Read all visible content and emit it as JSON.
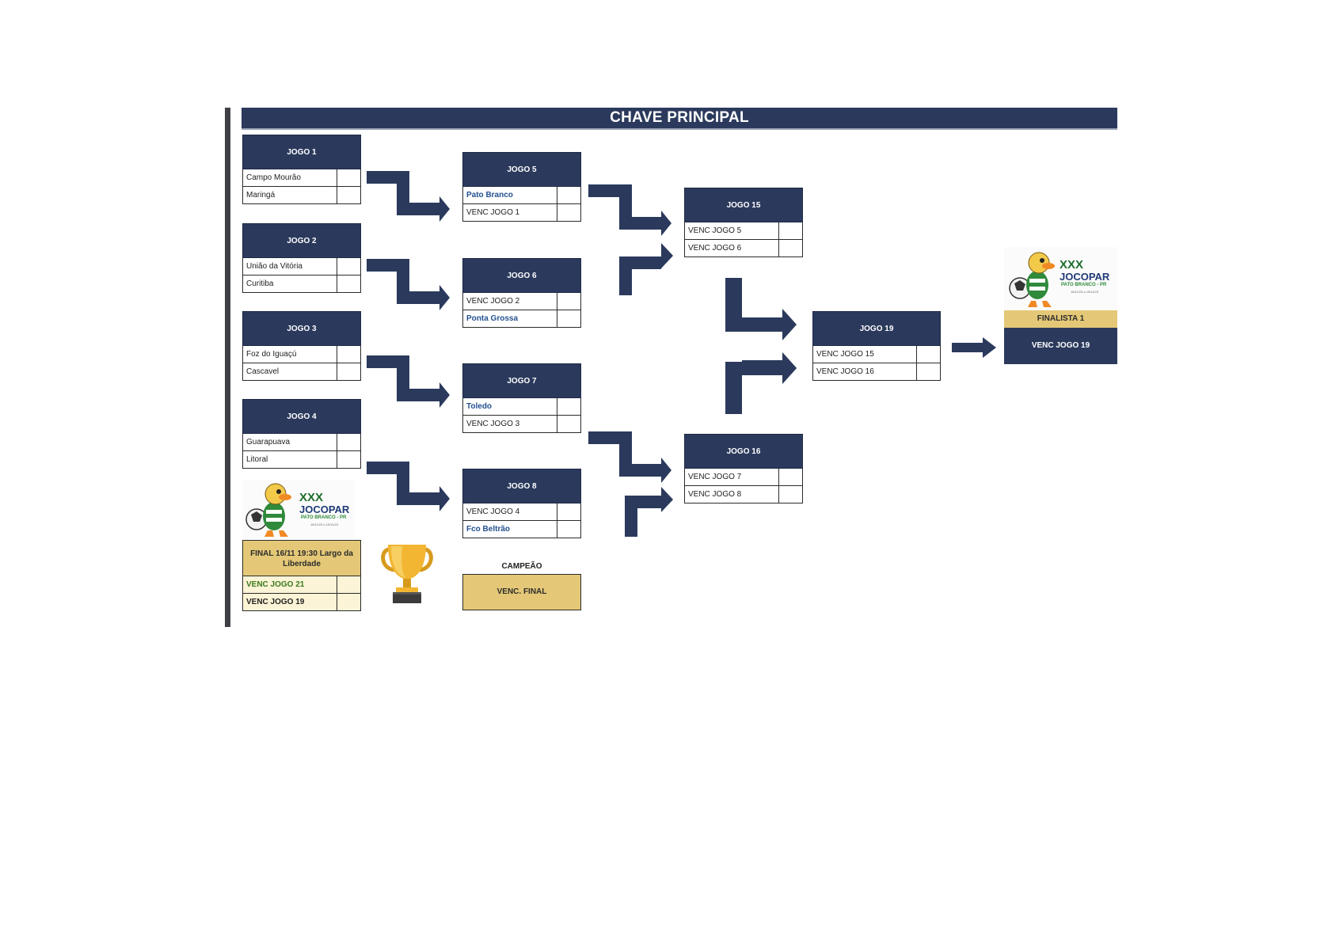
{
  "title": "CHAVE PRINCIPAL",
  "colors": {
    "navy": "#2b3a5c",
    "gold": "#e4c877",
    "blue_text": "#23508e",
    "green_text": "#3a7a1c"
  },
  "matches": {
    "j1": {
      "label": "JOGO 1",
      "teams": [
        "Campo Mourão",
        "Maringá"
      ]
    },
    "j2": {
      "label": "JOGO 2",
      "teams": [
        "União da Vitória",
        "Curitiba"
      ]
    },
    "j3": {
      "label": "JOGO 3",
      "teams": [
        "Foz do Iguaçú",
        "Cascavel"
      ]
    },
    "j4": {
      "label": "JOGO 4",
      "teams": [
        "Guarapuava",
        "Litoral"
      ]
    },
    "j5": {
      "label": "JOGO 5",
      "teams": [
        "Pato Branco",
        "VENC JOGO 1"
      ]
    },
    "j6": {
      "label": "JOGO 6",
      "teams": [
        "VENC JOGO 2",
        "Ponta Grossa"
      ]
    },
    "j7": {
      "label": "JOGO 7",
      "teams": [
        "Toledo",
        "VENC JOGO 3"
      ]
    },
    "j8": {
      "label": "JOGO 8",
      "teams": [
        "VENC JOGO 4",
        "Fco Beltrão"
      ]
    },
    "j15": {
      "label": "JOGO 15",
      "teams": [
        "VENC JOGO 5",
        "VENC JOGO 6"
      ]
    },
    "j16": {
      "label": "JOGO 16",
      "teams": [
        "VENC JOGO 7",
        "VENC JOGO 8"
      ]
    },
    "j19": {
      "label": "JOGO 19",
      "teams": [
        "VENC JOGO 15",
        "VENC JOGO 16"
      ]
    }
  },
  "final": {
    "label": "FINAL 16/11 19:30 Largo da Liberdade",
    "teams": [
      "VENC JOGO 21",
      "VENC JOGO 19"
    ]
  },
  "champion": {
    "label": "CAMPEÃO",
    "value": "VENC. FINAL"
  },
  "finalist": {
    "label": "FINALISTA 1",
    "value": "VENC JOGO 19"
  },
  "logo": {
    "roman": "XXX",
    "name": "JOCOPAR",
    "city": "PATO BRANCO - PR",
    "dates": "16/11/23 a 19/11/23"
  },
  "icons": {
    "trophy": "trophy-icon",
    "mascot": "duck-mascot-icon",
    "arrow": "arrow-icon"
  }
}
